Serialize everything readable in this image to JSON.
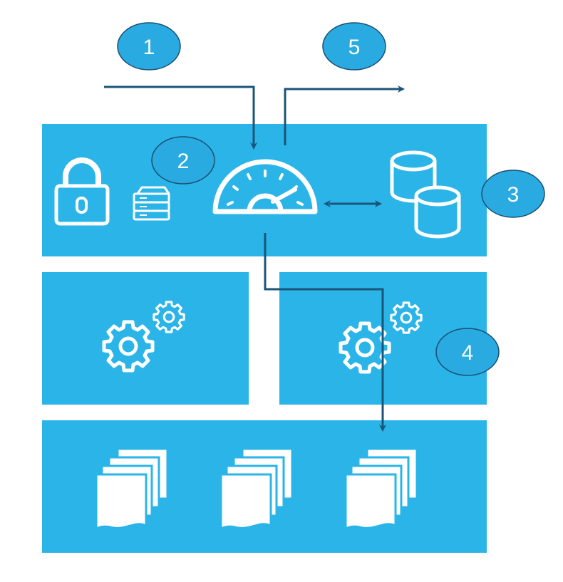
{
  "steps": [
    {
      "label": "1"
    },
    {
      "label": "2"
    },
    {
      "label": "3"
    },
    {
      "label": "4"
    },
    {
      "label": "5"
    }
  ],
  "icons": {
    "top_panel": [
      "lock-icon",
      "server-icon",
      "speedometer-gauge-icon",
      "bidirectional-arrow-icon",
      "database-icon"
    ],
    "middle_left_panel": [
      "gears-icon"
    ],
    "middle_right_panel": [
      "gears-icon"
    ],
    "bottom_panel": [
      "document-stack-icon",
      "document-stack-icon",
      "document-stack-icon"
    ]
  },
  "colors": {
    "panel_fill": "#2ab4e8",
    "badge_fill": "#29abe2",
    "badge_stroke": "#1b4f72",
    "arrow_color": "#1b5577",
    "icon_color": "#ffffff"
  }
}
